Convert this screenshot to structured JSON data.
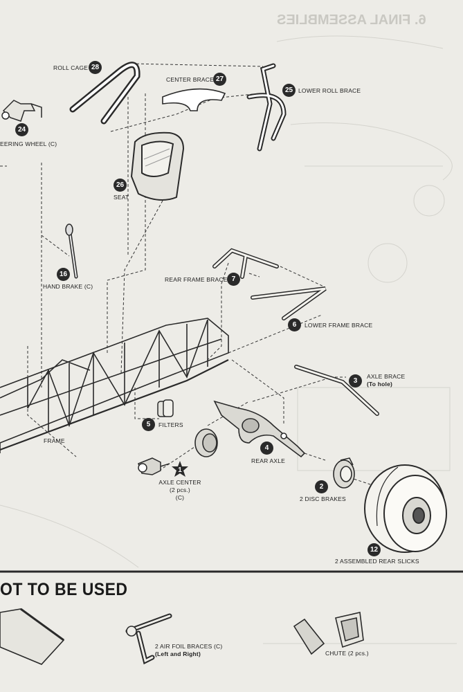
{
  "header": {
    "title": "6. FINAL ASSEMBLIES"
  },
  "callouts": {
    "roll_cage": {
      "num": "28",
      "label": "ROLL CAGE"
    },
    "center_brace": {
      "num": "27",
      "label": "CENTER BRACE"
    },
    "lower_roll_brace": {
      "num": "25",
      "label": "LOWER ROLL BRACE"
    },
    "steering_wheel": {
      "num": "24",
      "label": "EERING WHEEL (C)"
    },
    "seat": {
      "num": "26",
      "label": "SEAT"
    },
    "hand_brake": {
      "num": "16",
      "label": "HAND BRAKE (C)"
    },
    "rear_frame_brace": {
      "num": "7",
      "label": "REAR FRAME BRACE"
    },
    "lower_frame_brace": {
      "num": "6",
      "label": "LOWER FRAME BRACE"
    },
    "axle_brace": {
      "num": "3",
      "label": "AXLE BRACE",
      "sub": "(To hole)"
    },
    "filters": {
      "num": "5",
      "label": "FILTERS"
    },
    "frame": {
      "label": "FRAME"
    },
    "rear_axle": {
      "num": "4",
      "label": "REAR AXLE"
    },
    "axle_center": {
      "num": "1",
      "label": "AXLE CENTER",
      "sub1": "(2 pcs.)",
      "sub2": "(C)"
    },
    "disc_brakes": {
      "num": "2",
      "label": "2 DISC BRAKES"
    },
    "rear_slicks": {
      "num": "12",
      "label": "2 ASSEMBLED REAR SLICKS"
    }
  },
  "not_used": {
    "heading": "OT TO BE USED",
    "air_foil": {
      "label": "2 AIR FOIL BRACES (C)",
      "sub": "(Left and Right)"
    },
    "chute": {
      "label": "CHUTE (2 pcs.)"
    }
  },
  "colors": {
    "paper": "#edece7",
    "ink": "#2a2a2a",
    "ghost": "#c9c8c2"
  }
}
